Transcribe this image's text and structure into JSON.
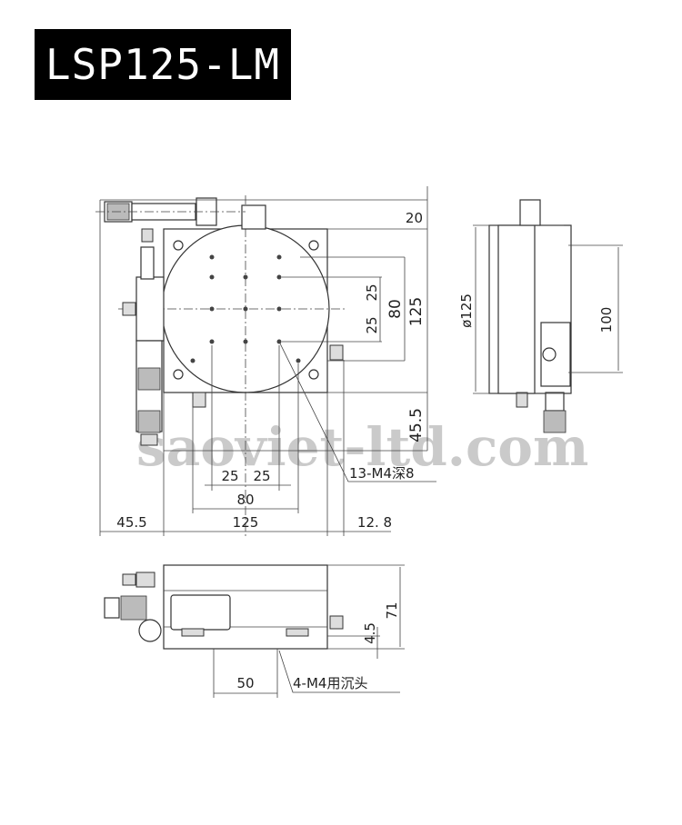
{
  "title": "LSP125-LM",
  "watermark": "saoviet-ltd.com",
  "top_view": {
    "dims": {
      "top_offset": "20",
      "height": "125",
      "bottom_offset": "45.5",
      "hole_span_v": "80",
      "hole_pitch_v_upper": "25",
      "hole_pitch_v_lower": "25",
      "hole_pitch_h_left": "25",
      "hole_pitch_h_right": "25",
      "hole_span_h": "80",
      "left_offset": "45.5",
      "width": "125",
      "right_offset": "12. 8"
    },
    "callout": "13-M4深8"
  },
  "side_view": {
    "diameter": "ø125",
    "hole_span": "100"
  },
  "front_view": {
    "height": "71",
    "base_offset": "4.5",
    "hole_span": "50",
    "callout": "4-M4用沉头"
  }
}
